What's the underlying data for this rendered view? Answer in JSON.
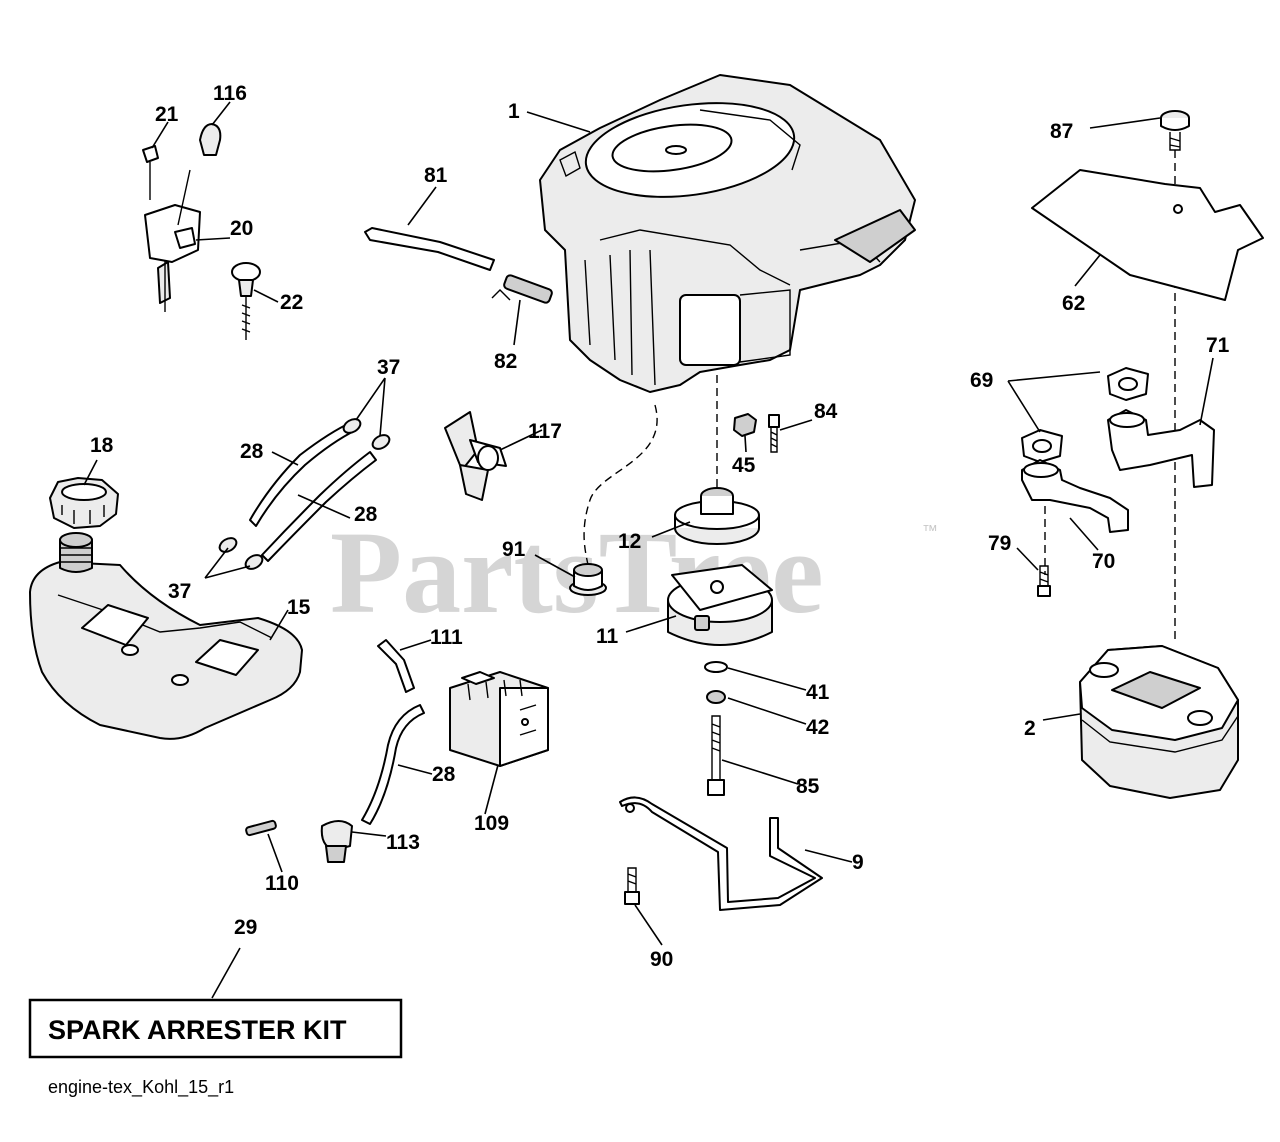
{
  "watermark": {
    "text": "PartsTree",
    "trademark": "™"
  },
  "kit_box": {
    "label": "SPARK ARRESTER KIT"
  },
  "drawing_ref": "engine-tex_Kohl_15_r1",
  "callouts": {
    "c1": "1",
    "c2": "2",
    "c9": "9",
    "c11": "11",
    "c12": "12",
    "c15": "15",
    "c18": "18",
    "c20": "20",
    "c21": "21",
    "c22": "22",
    "c28a": "28",
    "c28b": "28",
    "c28c": "28",
    "c29": "29",
    "c37a": "37",
    "c37b": "37",
    "c41": "41",
    "c42": "42",
    "c45": "45",
    "c62": "62",
    "c69": "69",
    "c70": "70",
    "c71": "71",
    "c79": "79",
    "c81": "81",
    "c82": "82",
    "c84": "84",
    "c85": "85",
    "c87": "87",
    "c90": "90",
    "c91": "91",
    "c109": "109",
    "c110": "110",
    "c111": "111",
    "c113": "113",
    "c116": "116",
    "c117": "117"
  }
}
